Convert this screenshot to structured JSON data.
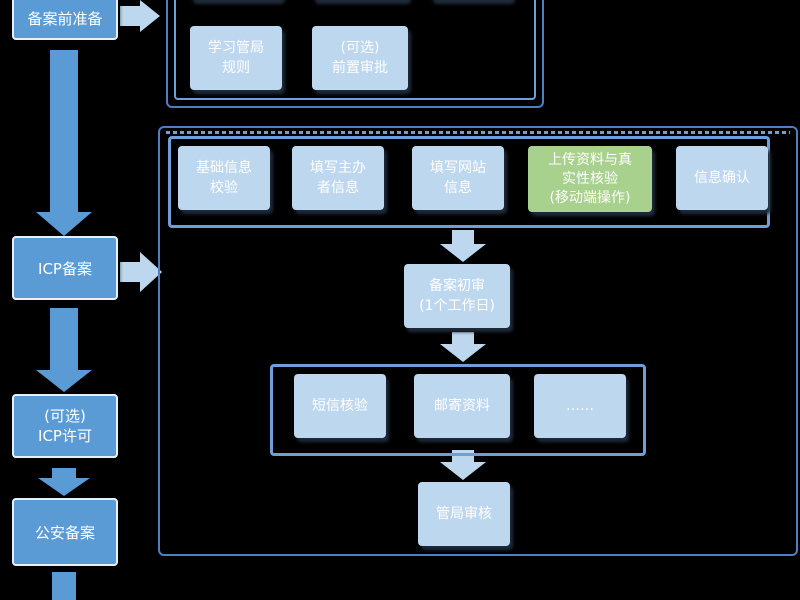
{
  "main_steps": [
    {
      "id": "pre",
      "label": "备案前准备"
    },
    {
      "id": "icp",
      "label": "ICP备案"
    },
    {
      "id": "license",
      "label": "(可选)\nICP许可"
    },
    {
      "id": "police",
      "label": "公安备案"
    }
  ],
  "pre_steps": [
    {
      "id": "rules",
      "label": "学习管局\n规则"
    },
    {
      "id": "preapproval",
      "label": "(可选)\n前置审批"
    }
  ],
  "icp_steps": [
    {
      "id": "basic",
      "label": "基础信息\n校验"
    },
    {
      "id": "sponsor",
      "label": "填写主办\n者信息"
    },
    {
      "id": "website",
      "label": "填写网站\n信息"
    },
    {
      "id": "upload",
      "label": "上传资料与真\n实性核验\n(移动端操作)",
      "highlight": true
    },
    {
      "id": "confirm",
      "label": "信息确认"
    }
  ],
  "first_review": {
    "label": "备案初审\n(1个工作日)"
  },
  "verify_steps": [
    {
      "id": "sms",
      "label": "短信核验"
    },
    {
      "id": "mail",
      "label": "邮寄资料"
    },
    {
      "id": "more",
      "label": "……"
    }
  ],
  "final_review": {
    "label": "管局审核"
  },
  "colors": {
    "main": "#5b9bd5",
    "sub": "#bdd7ee",
    "highlight": "#a9d18e",
    "background": "#000000"
  }
}
